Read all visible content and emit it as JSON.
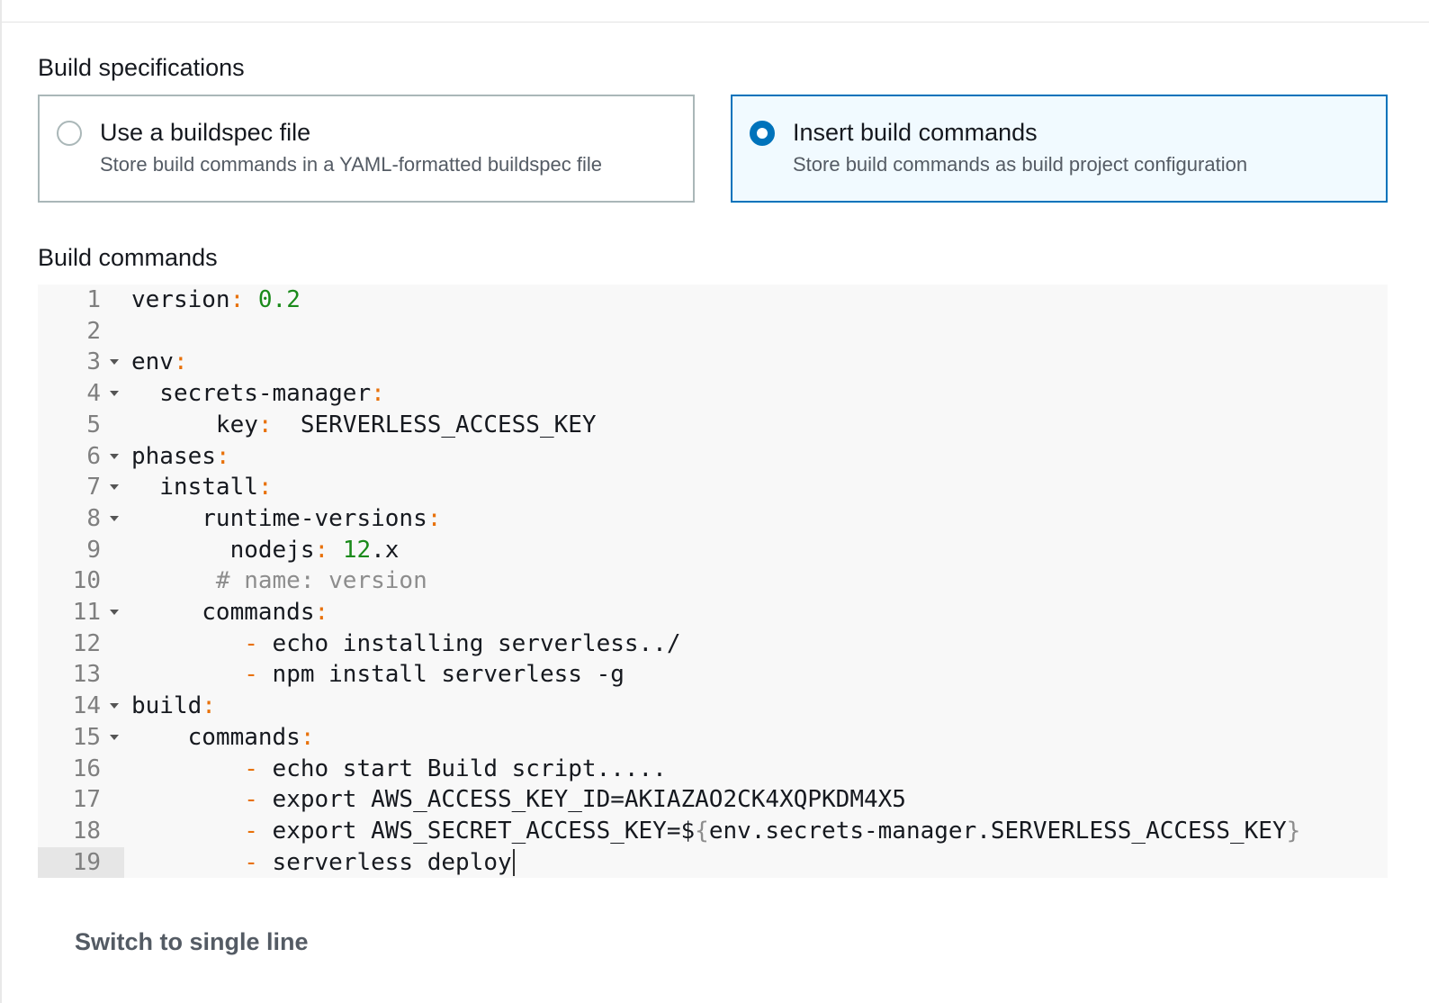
{
  "sections": {
    "build_specifications": "Build specifications",
    "build_commands": "Build commands"
  },
  "options": [
    {
      "title": "Use a buildspec file",
      "description": "Store build commands in a YAML-formatted buildspec file",
      "selected": false
    },
    {
      "title": "Insert build commands",
      "description": "Store build commands as build project configuration",
      "selected": true
    }
  ],
  "editor": {
    "active_line": 19,
    "lines": [
      {
        "n": "1",
        "fold": false,
        "tokens": [
          {
            "t": "version",
            "c": "key"
          },
          {
            "t": ":",
            "c": "p"
          },
          {
            "t": " "
          },
          {
            "t": "0.2",
            "c": "num"
          }
        ]
      },
      {
        "n": "2",
        "fold": false,
        "tokens": []
      },
      {
        "n": "3",
        "fold": true,
        "tokens": [
          {
            "t": "env",
            "c": "key"
          },
          {
            "t": ":",
            "c": "p"
          }
        ]
      },
      {
        "n": "4",
        "fold": true,
        "tokens": [
          {
            "t": "  secrets-manager",
            "c": "key"
          },
          {
            "t": ":",
            "c": "p"
          }
        ]
      },
      {
        "n": "5",
        "fold": false,
        "tokens": [
          {
            "t": "      key",
            "c": "key"
          },
          {
            "t": ":",
            "c": "p"
          },
          {
            "t": "  SERVERLESS_ACCESS_KEY"
          }
        ]
      },
      {
        "n": "6",
        "fold": true,
        "tokens": [
          {
            "t": "phases",
            "c": "key"
          },
          {
            "t": ":",
            "c": "p"
          }
        ]
      },
      {
        "n": "7",
        "fold": true,
        "tokens": [
          {
            "t": "  install",
            "c": "key"
          },
          {
            "t": ":",
            "c": "p"
          }
        ]
      },
      {
        "n": "8",
        "fold": true,
        "tokens": [
          {
            "t": "     runtime-versions",
            "c": "key"
          },
          {
            "t": ":",
            "c": "p"
          }
        ]
      },
      {
        "n": "9",
        "fold": false,
        "tokens": [
          {
            "t": "       nodejs",
            "c": "key"
          },
          {
            "t": ":",
            "c": "p"
          },
          {
            "t": " "
          },
          {
            "t": "12",
            "c": "num"
          },
          {
            "t": ".x"
          }
        ]
      },
      {
        "n": "10",
        "fold": false,
        "tokens": [
          {
            "t": "      # name: version",
            "c": "cm"
          }
        ]
      },
      {
        "n": "11",
        "fold": true,
        "tokens": [
          {
            "t": "     commands",
            "c": "key"
          },
          {
            "t": ":",
            "c": "p"
          }
        ]
      },
      {
        "n": "12",
        "fold": false,
        "tokens": [
          {
            "t": "        "
          },
          {
            "t": "-",
            "c": "p"
          },
          {
            "t": " echo installing serverless../"
          }
        ]
      },
      {
        "n": "13",
        "fold": false,
        "tokens": [
          {
            "t": "        "
          },
          {
            "t": "-",
            "c": "p"
          },
          {
            "t": " npm install serverless -g"
          }
        ]
      },
      {
        "n": "14",
        "fold": true,
        "tokens": [
          {
            "t": "build",
            "c": "key"
          },
          {
            "t": ":",
            "c": "p"
          }
        ]
      },
      {
        "n": "15",
        "fold": true,
        "tokens": [
          {
            "t": "    commands",
            "c": "key"
          },
          {
            "t": ":",
            "c": "p"
          }
        ]
      },
      {
        "n": "16",
        "fold": false,
        "tokens": [
          {
            "t": "        "
          },
          {
            "t": "-",
            "c": "p"
          },
          {
            "t": " echo start Build script....."
          }
        ]
      },
      {
        "n": "17",
        "fold": false,
        "tokens": [
          {
            "t": "        "
          },
          {
            "t": "-",
            "c": "p"
          },
          {
            "t": " export AWS_ACCESS_KEY_ID=AKIAZAO2CK4XQPKDM4X5"
          }
        ]
      },
      {
        "n": "18",
        "fold": false,
        "tokens": [
          {
            "t": "        "
          },
          {
            "t": "-",
            "c": "p"
          },
          {
            "t": " export AWS_SECRET_ACCESS_KEY=$"
          },
          {
            "t": "{",
            "c": "br"
          },
          {
            "t": "env.secrets-manager.SERVERLESS_ACCESS_KEY"
          },
          {
            "t": "}",
            "c": "br"
          }
        ]
      },
      {
        "n": "19",
        "fold": false,
        "tokens": [
          {
            "t": "        "
          },
          {
            "t": "-",
            "c": "p"
          },
          {
            "t": " serverless deploy"
          }
        ]
      }
    ]
  },
  "links": {
    "switch_single_line": "Switch to single line"
  },
  "colors": {
    "selected_border": "#0073bb",
    "selected_bg": "#f1faff",
    "punctuation": "#e8710a",
    "number": "#1a8a1a",
    "comment": "#8d8d8d"
  }
}
